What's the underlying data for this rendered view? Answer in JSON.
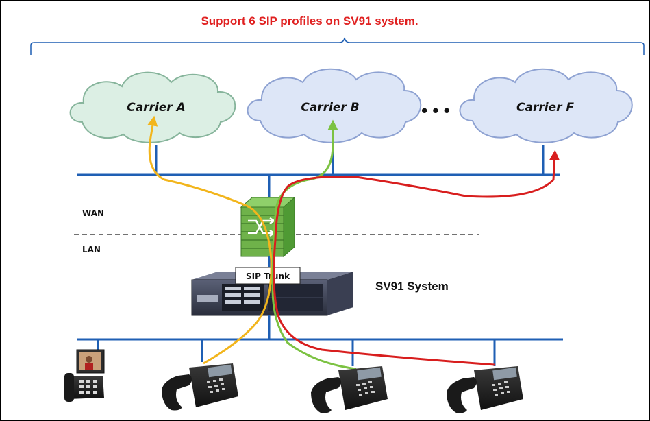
{
  "title": "Support  6 SIP profiles on SV91 system.",
  "clouds": [
    {
      "label": "Carrier A",
      "fill": "#dcefe4",
      "stroke": "#86b49b"
    },
    {
      "label": "Carrier B",
      "fill": "#dde6f7",
      "stroke": "#8ea2d2"
    },
    {
      "label": "Carrier F",
      "fill": "#dde6f7",
      "stroke": "#8ea2d2"
    }
  ],
  "ellipsis": "• • •",
  "zones": {
    "wan": "WAN",
    "lan": "LAN"
  },
  "sip_trunk_label": "SIP Trunk",
  "system_label": "SV91  System",
  "icons": [
    "router-switch-icon",
    "pbx-system-icon",
    "video-phone-icon",
    "desk-phone-icon"
  ],
  "colors": {
    "title": "#e02020",
    "network_line": "#1f5fb4",
    "path_yellow": "#f2b51c",
    "path_green": "#7cc242",
    "path_red": "#d81e1e",
    "switch_green": "#6fb24a"
  }
}
